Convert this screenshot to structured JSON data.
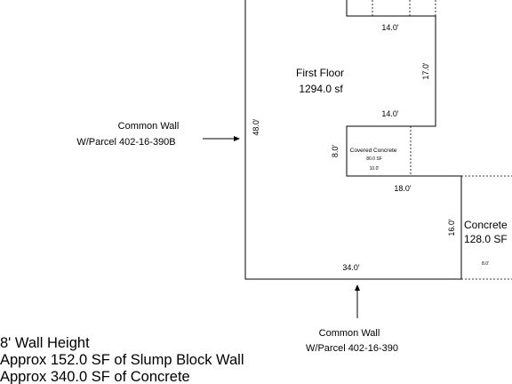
{
  "first_floor": {
    "name": "First Floor",
    "area": "1294.0 sf"
  },
  "covered_concrete": {
    "name": "Covered Concrete",
    "area": "80.0 SF",
    "dim_width": "10.0'"
  },
  "concrete": {
    "name": "Concrete",
    "area": "128.0 SF",
    "dim_width": "8.0'"
  },
  "dimensions": {
    "top_notch_width": "14.0'",
    "right_upper_height": "17.0'",
    "mid_notch_width": "14.0'",
    "left_height": "48.0'",
    "covered_height": "8.0'",
    "lower_step_width": "18.0'",
    "lower_right_height": "16.0'",
    "bottom_width": "34.0'"
  },
  "common_wall_left": {
    "line1": "Common Wall",
    "line2": "W/Parcel 402-16-390B"
  },
  "common_wall_bottom": {
    "line1": "Common Wall",
    "line2": "W/Parcel 402-16-390"
  },
  "notes": [
    "8' Wall Height",
    "Approx 152.0 SF of Slump Block Wall",
    "Approx 340.0 SF of Concrete"
  ]
}
